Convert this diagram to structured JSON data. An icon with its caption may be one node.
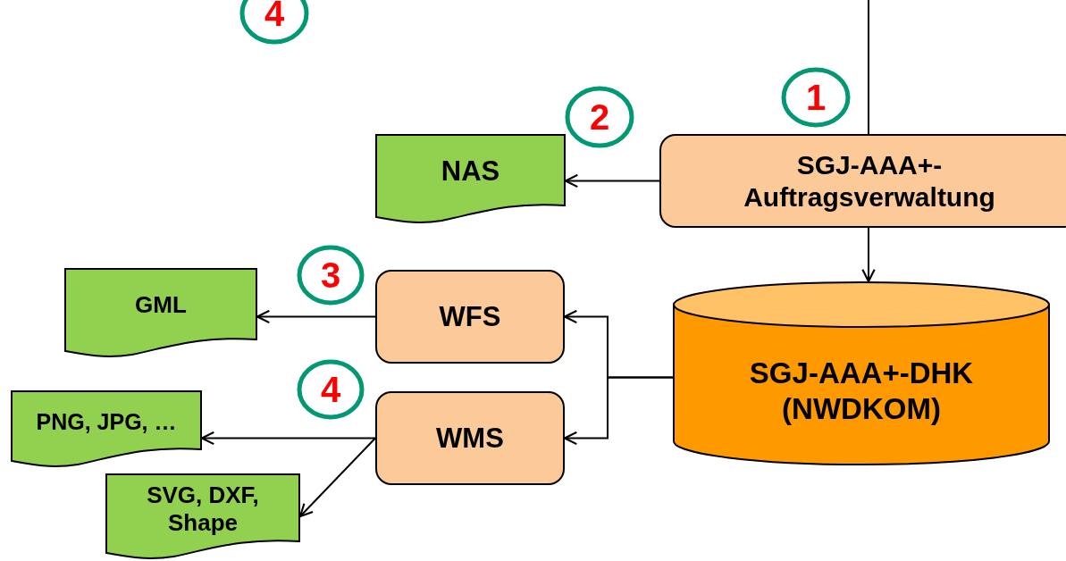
{
  "diagram": {
    "nodes": [
      {
        "text": [
          "SGJ-AAA+- Auftragsverwaltung"
        ]
      },
      {
        "text": [
          "NAS"
        ]
      },
      {
        "text": [
          "SGJ-AAA+-DHK (NWDKOM)"
        ]
      },
      {
        "text": [
          "WFS"
        ]
      },
      {
        "text": [
          "WMS"
        ]
      },
      {
        "text": [
          "GML"
        ]
      },
      {
        "text": [
          "PNG, JPG, …"
        ]
      },
      {
        "text": [
          "SVG, DXF, Shape"
        ]
      },
      {
        "text": [
          "4"
        ]
      },
      {
        "text": [
          "1"
        ]
      },
      {
        "text": [
          "2"
        ]
      },
      {
        "text": [
          "3"
        ]
      },
      {
        "text": [
          "4"
        ]
      }
    ],
    "edges": [
      {
        "from": null,
        "to": 0,
        "arrow": "none"
      },
      {
        "from": 0,
        "to": 1,
        "arrow": "to"
      },
      {
        "from": 0,
        "to": 2,
        "arrow": "to"
      },
      {
        "from": 2,
        "to": 3,
        "arrow": "to"
      },
      {
        "from": 2,
        "to": 4,
        "arrow": "to"
      },
      {
        "from": 3,
        "to": 5,
        "arrow": "to"
      },
      {
        "from": 4,
        "to": 6,
        "arrow": "to"
      },
      {
        "from": 4,
        "to": 7,
        "arrow": "to"
      }
    ]
  }
}
